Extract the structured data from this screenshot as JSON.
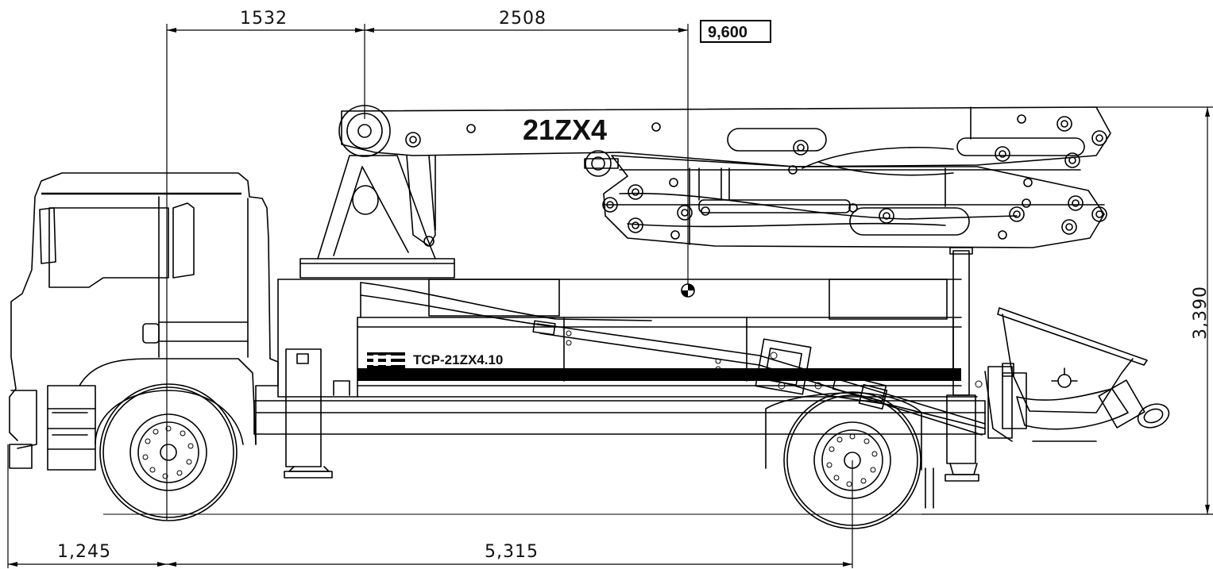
{
  "dimensions": {
    "top_left": "1532",
    "top_right": "2508",
    "height": "3,390",
    "bottom_left": "1,245",
    "bottom_right": "5,315"
  },
  "boxed_value": "9,600",
  "boom_label": "21ZX4",
  "model_label": "TCP-21ZX4.10"
}
